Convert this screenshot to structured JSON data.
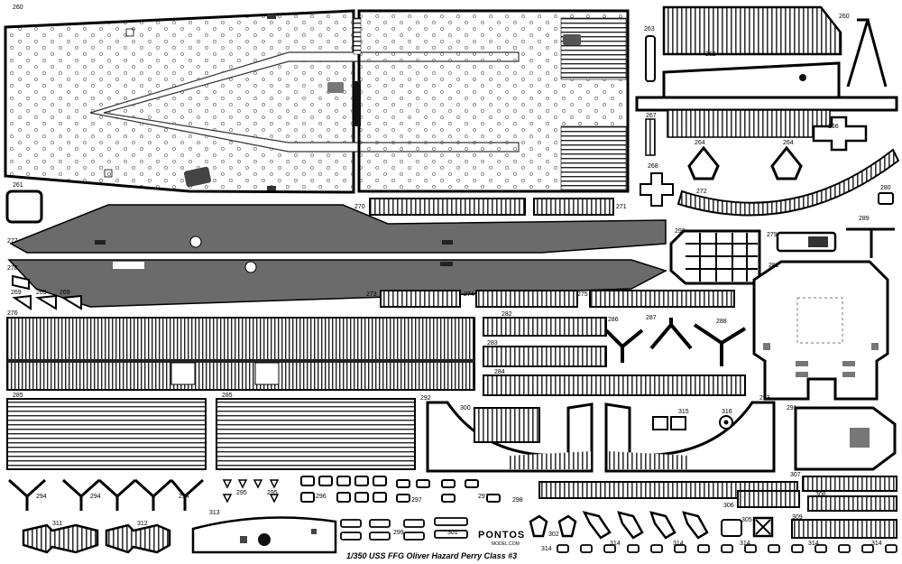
{
  "caption": "1/350 USS FFG Oliver Hazard Perry Class #3",
  "brand": {
    "name": "PONTOS",
    "sub": "MODEL.COM"
  },
  "parts": {
    "p260a": "260",
    "p260b": "260",
    "p261": "261",
    "p262": "262",
    "p263": "263",
    "p264a": "264",
    "p264b": "264",
    "p266": "266",
    "p267": "267",
    "p268": "268",
    "p269a": "269",
    "p269b": "269",
    "p269c": "269",
    "p270": "270",
    "p271": "271",
    "p272": "272",
    "p273": "273",
    "p274": "274",
    "p275": "275",
    "p276": "276",
    "p277": "277",
    "p278": "278",
    "p279": "279",
    "p280": "280",
    "p281": "281",
    "p282": "282",
    "p283": "283",
    "p284": "284",
    "p285a": "285",
    "p285b": "285",
    "p286": "286",
    "p287": "287",
    "p288": "288",
    "p289": "289",
    "p290": "290",
    "p291": "291",
    "p292": "292",
    "p293": "293",
    "p294a": "294",
    "p294b": "294",
    "p294c": "294",
    "p295a": "295",
    "p295b": "295",
    "p296": "296",
    "p297a": "297",
    "p297b": "297",
    "p298": "298",
    "p299": "299",
    "p300": "300",
    "p301": "301",
    "p302": "302",
    "p305": "305",
    "p306": "306",
    "p307": "307",
    "p308": "308",
    "p309": "309",
    "p311": "311",
    "p312": "312",
    "p313": "313",
    "p314a": "314",
    "p314b": "314",
    "p314c": "314",
    "p314d": "314",
    "p314e": "314",
    "p314f": "314",
    "p315": "315",
    "p316": "316"
  }
}
